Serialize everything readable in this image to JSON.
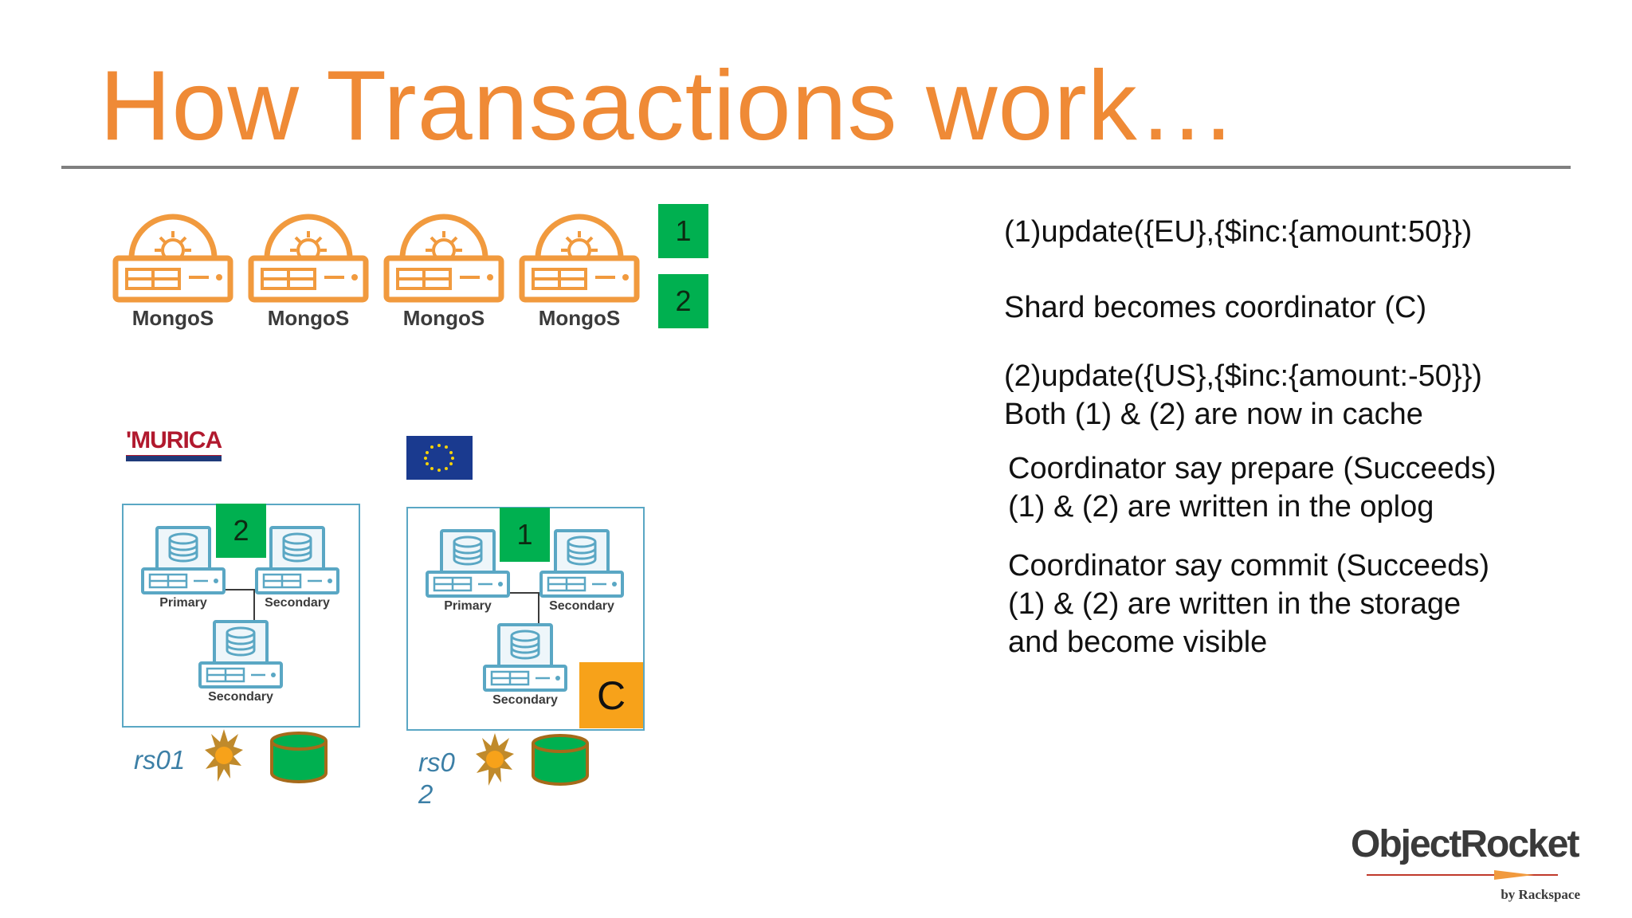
{
  "slide": {
    "title": "How Transactions work…"
  },
  "mongos": {
    "label": "MongoS",
    "count": 4,
    "step_badges": [
      "1",
      "2"
    ]
  },
  "murica_flag": {
    "text": "'MURICA"
  },
  "replica_sets": [
    {
      "label": "rs01",
      "badge": "2",
      "node_labels": [
        "Primary",
        "Secondary",
        "Secondary"
      ]
    },
    {
      "label_line1": "rs0",
      "label_line2": "2",
      "badge": "1",
      "coordinator": "C",
      "node_labels": [
        "Primary",
        "Secondary",
        "Secondary"
      ]
    }
  ],
  "steps": [
    {
      "lines": [
        "(1)update({EU},{$inc:{amount:50}})"
      ]
    },
    {
      "lines": [
        "Shard becomes coordinator (C)"
      ]
    },
    {
      "lines": [
        "(2)update({US},{$inc:{amount:-50}})",
        "Both (1) & (2) are now in cache"
      ]
    },
    {
      "lines": [
        "Coordinator say prepare (Succeeds)",
        "(1) & (2) are written in the oplog"
      ]
    },
    {
      "lines": [
        "Coordinator say commit (Succeeds)",
        "(1) & (2) are written in the storage",
        "and become visible"
      ]
    }
  ],
  "logo": {
    "brand": "ObjectRocket",
    "sub": "by Rackspace"
  },
  "colors": {
    "title": "#ef8a36",
    "badge_green": "#00b050",
    "coordinator_orange": "#f7a21a",
    "mongos_orange": "#f19a3e",
    "rs_label": "#3c7fa6"
  }
}
